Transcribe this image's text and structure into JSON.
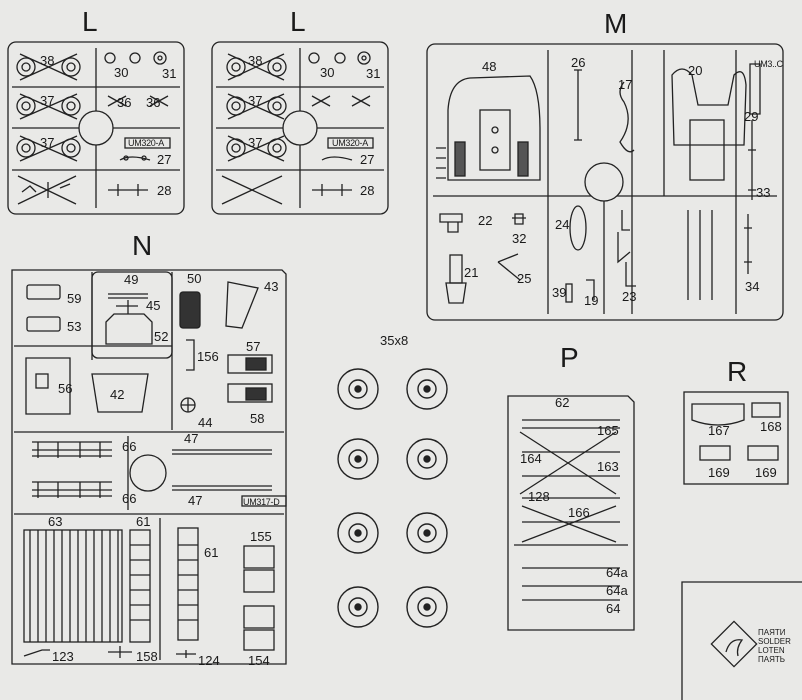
{
  "sprue_letters": {
    "l1": "L",
    "l2": "L",
    "m": "M",
    "n": "N",
    "p": "P",
    "r": "R"
  },
  "wheels_caption": "35x8",
  "sprue_l": {
    "p38": "38",
    "p37a": "37",
    "p37b": "37",
    "p30": "30",
    "p31": "31",
    "p36a": "36",
    "p36b": "36",
    "code": "UM320-A",
    "p27": "27",
    "p28": "28"
  },
  "sprue_m": {
    "p48": "48",
    "p26": "26",
    "p17": "17",
    "p20": "20",
    "p29": "29",
    "p33": "33",
    "p22": "22",
    "p32": "32",
    "p21": "21",
    "p25": "25",
    "p24": "24",
    "p39": "39",
    "p19": "19",
    "p23": "23",
    "p34": "34",
    "code": "UM3..C"
  },
  "sprue_n": {
    "p59": "59",
    "p53": "53",
    "p49": "49",
    "p45": "45",
    "p52": "52",
    "p50": "50",
    "p43": "43",
    "p56": "56",
    "p42": "42",
    "p156": "156",
    "p57": "57",
    "p58": "58",
    "p44": "44",
    "p66a": "66",
    "p66b": "66",
    "p47a": "47",
    "p47b": "47",
    "code": "UM317-D",
    "p63": "63",
    "p61a": "61",
    "p61b": "61",
    "p155": "155",
    "p123": "123",
    "p158": "158",
    "p124": "124",
    "p154": "154"
  },
  "sprue_p": {
    "p62": "62",
    "p165": "165",
    "p164": "164",
    "p163": "163",
    "p128": "128",
    "p166": "166",
    "p64a1": "64a",
    "p64a2": "64a",
    "p64": "64"
  },
  "sprue_r": {
    "p167": "167",
    "p168": "168",
    "p169a": "169",
    "p169b": "169"
  },
  "legend": [
    "ПАЯТИ",
    "SOLDER",
    "LOTEN",
    "ПАЯТЬ"
  ],
  "icons": {
    "solder": "solder-iron-icon"
  }
}
